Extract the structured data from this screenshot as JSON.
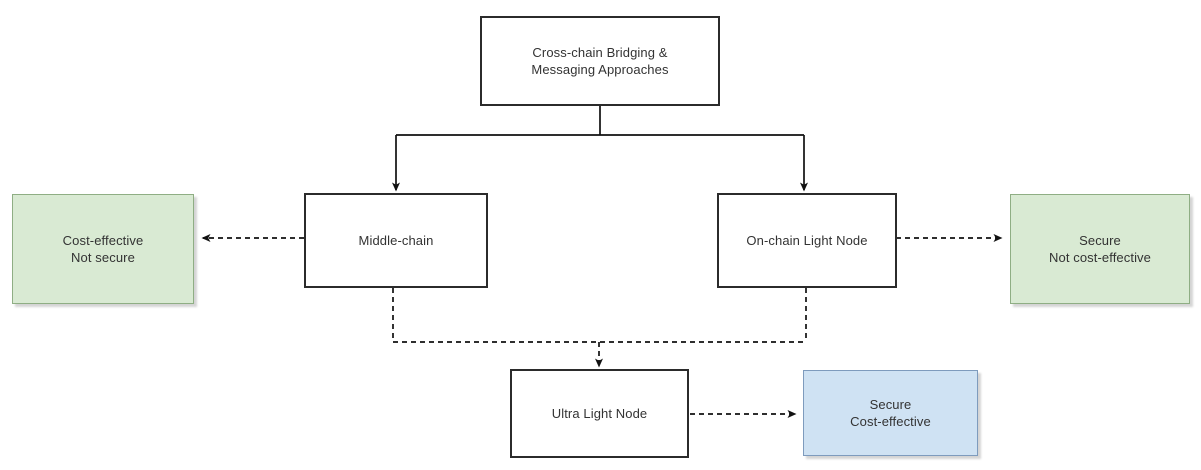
{
  "diagram": {
    "title": "Cross-chain Bridging & Messaging Approaches",
    "background_color": "#ffffff",
    "text_color": "#333333",
    "nodes": {
      "root": {
        "label": "Cross-chain Bridging &\nMessaging Approaches",
        "style": "plain",
        "fill": "#ffffff",
        "stroke": "#2b2b2b"
      },
      "middle_chain": {
        "label": "Middle-chain",
        "style": "plain",
        "fill": "#ffffff",
        "stroke": "#2b2b2b"
      },
      "on_chain_light_node": {
        "label": "On-chain Light Node",
        "style": "plain",
        "fill": "#ffffff",
        "stroke": "#2b2b2b"
      },
      "ultra_light_node": {
        "label": "Ultra Light Node",
        "style": "plain",
        "fill": "#ffffff",
        "stroke": "#2b2b2b"
      },
      "middle_chain_outcome": {
        "label": "Cost-effective\nNot secure",
        "style": "green",
        "fill": "#d9ead3",
        "stroke": "#8fae84"
      },
      "on_chain_outcome": {
        "label": "Secure\nNot cost-effective",
        "style": "green",
        "fill": "#d9ead3",
        "stroke": "#8fae84"
      },
      "ultra_light_outcome": {
        "label": "Secure\nCost-effective",
        "style": "blue",
        "fill": "#cfe2f3",
        "stroke": "#7e9bbd"
      }
    },
    "edges": [
      {
        "from": "root",
        "to": "middle_chain",
        "style": "solid",
        "arrow": "down"
      },
      {
        "from": "root",
        "to": "on_chain_light_node",
        "style": "solid",
        "arrow": "down"
      },
      {
        "from": "middle_chain",
        "to": "middle_chain_outcome",
        "style": "dashed",
        "arrow": "left"
      },
      {
        "from": "on_chain_light_node",
        "to": "on_chain_outcome",
        "style": "dashed",
        "arrow": "right"
      },
      {
        "from": "middle_chain",
        "to": "ultra_light_node",
        "style": "dashed",
        "arrow": "down"
      },
      {
        "from": "on_chain_light_node",
        "to": "ultra_light_node",
        "style": "dashed",
        "arrow": "down"
      },
      {
        "from": "ultra_light_node",
        "to": "ultra_light_outcome",
        "style": "dashed",
        "arrow": "right"
      }
    ]
  }
}
